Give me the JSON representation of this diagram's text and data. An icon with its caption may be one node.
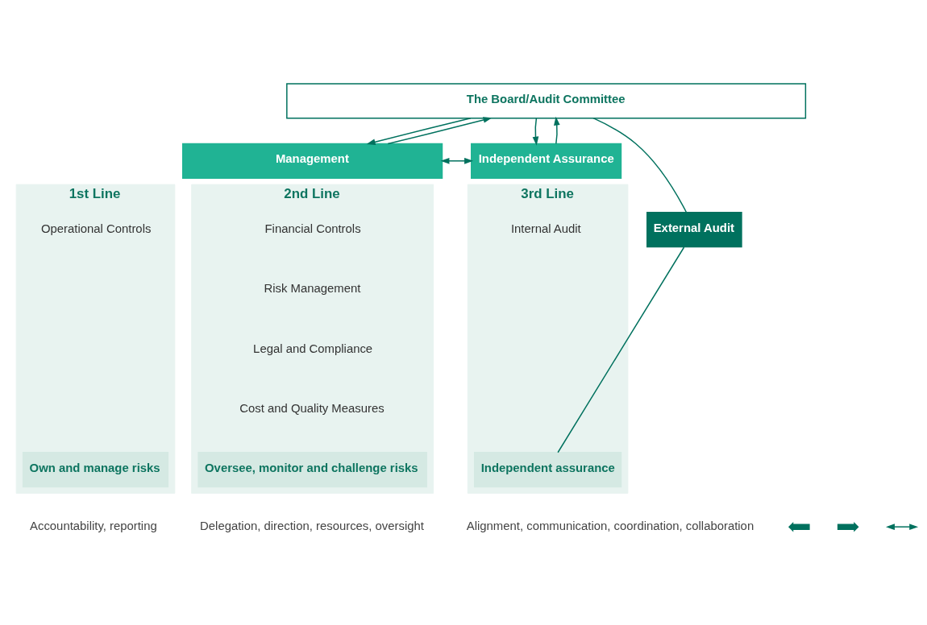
{
  "diagram": {
    "nodes": [
      {
        "text": [
          "The Board/Audit Committee"
        ]
      },
      {
        "text": [
          "Management"
        ]
      },
      {
        "text": [
          "Independent Assurance"
        ]
      },
      {
        "text": [
          "1st Line"
        ]
      },
      {
        "text": [
          "Operational Controls"
        ],
        "in": 3
      },
      {
        "text": [
          "Own and manage risks"
        ],
        "in": 3
      },
      {
        "text": [
          "2nd Line"
        ]
      },
      {
        "text": [
          "Financial Controls"
        ],
        "in": 6
      },
      {
        "text": [
          "Risk Management"
        ],
        "in": 6
      },
      {
        "text": [
          "Legal and Compliance"
        ],
        "in": 6
      },
      {
        "text": [
          "Cost and Quality Measures"
        ],
        "in": 6
      },
      {
        "text": [
          "Oversee, monitor and challenge risks"
        ],
        "in": 6
      },
      {
        "text": [
          "3rd Line"
        ]
      },
      {
        "text": [
          "Internal Audit"
        ],
        "in": 12
      },
      {
        "text": [
          "Independent assurance"
        ],
        "in": 12
      },
      {
        "text": [
          "External Audit"
        ]
      }
    ],
    "edges": [
      {
        "from": 0,
        "to": 1,
        "arrow": "to"
      },
      {
        "from": 1,
        "to": 0,
        "arrow": "to"
      },
      {
        "from": 0,
        "to": 2,
        "arrow": "to"
      },
      {
        "from": 2,
        "to": 0,
        "arrow": "to"
      },
      {
        "from": 1,
        "to": 2,
        "arrow": "both"
      },
      {
        "from": 0,
        "to": 15,
        "arrow": "none"
      },
      {
        "from": 15,
        "to": 14,
        "arrow": "none"
      }
    ],
    "legend": [
      {
        "text": "Accountability, reporting"
      },
      {
        "text": "Delegation, direction, resources, oversight"
      },
      {
        "text": "Alignment, communication, coordination, collaboration"
      }
    ]
  }
}
